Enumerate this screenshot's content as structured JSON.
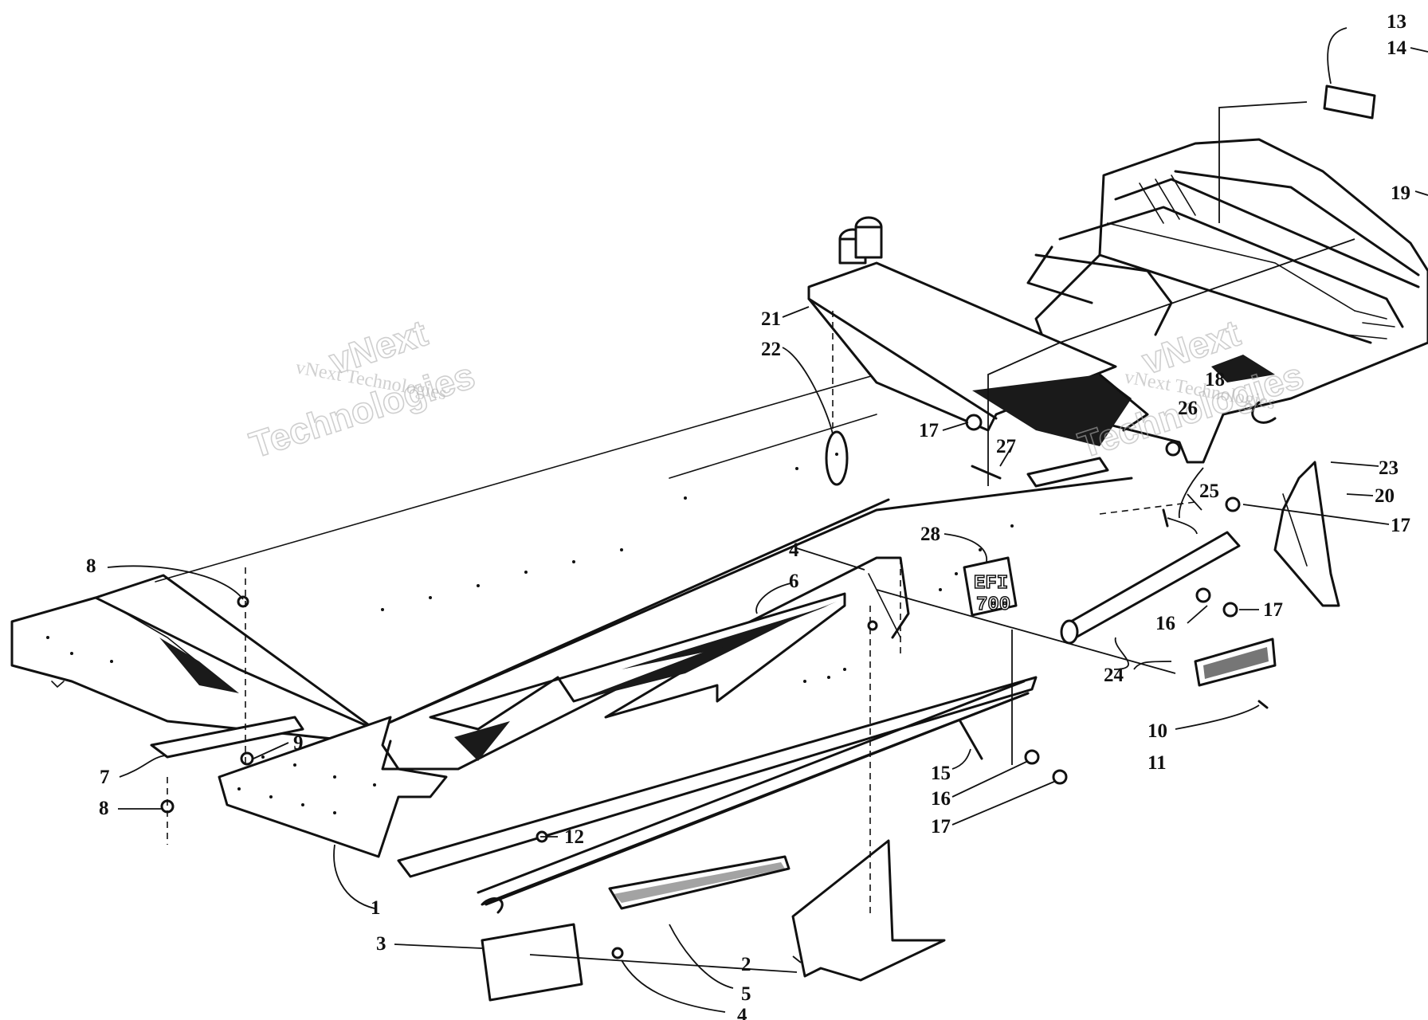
{
  "diagram": {
    "watermark": {
      "line1": "vNext Technologies",
      "line2a": "vNext",
      "line2b": "Technologies",
      "line3a": "vNext Technologies",
      "line3b": "vNext",
      "line3c": "Technologies"
    },
    "badge": {
      "top": "EFI",
      "bottom": "700"
    },
    "callouts": [
      {
        "id": "c1",
        "text": "1"
      },
      {
        "id": "c2",
        "text": "2"
      },
      {
        "id": "c3",
        "text": "3"
      },
      {
        "id": "c4a",
        "text": "4"
      },
      {
        "id": "c4b",
        "text": "4"
      },
      {
        "id": "c5",
        "text": "5"
      },
      {
        "id": "c6",
        "text": "6"
      },
      {
        "id": "c7",
        "text": "7"
      },
      {
        "id": "c8a",
        "text": "8"
      },
      {
        "id": "c8b",
        "text": "8"
      },
      {
        "id": "c9",
        "text": "9"
      },
      {
        "id": "c10",
        "text": "10"
      },
      {
        "id": "c11",
        "text": "11"
      },
      {
        "id": "c12",
        "text": "12"
      },
      {
        "id": "c13",
        "text": "13"
      },
      {
        "id": "c14",
        "text": "14"
      },
      {
        "id": "c15",
        "text": "15"
      },
      {
        "id": "c16a",
        "text": "16"
      },
      {
        "id": "c16b",
        "text": "16"
      },
      {
        "id": "c17a",
        "text": "17"
      },
      {
        "id": "c17b",
        "text": "17"
      },
      {
        "id": "c17c",
        "text": "17"
      },
      {
        "id": "c17d",
        "text": "17"
      },
      {
        "id": "c18",
        "text": "18"
      },
      {
        "id": "c19",
        "text": "19"
      },
      {
        "id": "c20",
        "text": "20"
      },
      {
        "id": "c21",
        "text": "21"
      },
      {
        "id": "c22",
        "text": "22"
      },
      {
        "id": "c23",
        "text": "23"
      },
      {
        "id": "c24",
        "text": "24"
      },
      {
        "id": "c25",
        "text": "25"
      },
      {
        "id": "c26",
        "text": "26"
      },
      {
        "id": "c27",
        "text": "27"
      },
      {
        "id": "c28",
        "text": "28"
      }
    ]
  }
}
